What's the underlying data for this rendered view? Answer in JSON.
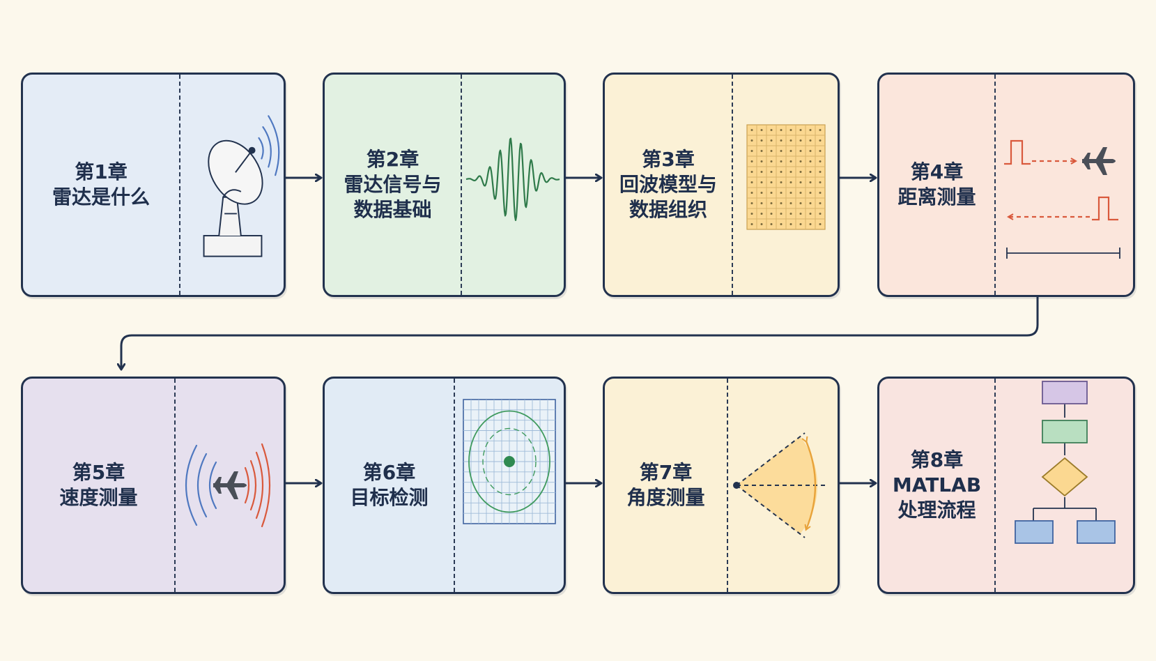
{
  "chapters": [
    {
      "label": "第1章",
      "lines": [
        "雷达是什么"
      ],
      "bg": "#e4ecf6",
      "illustration": "radar-dish-icon"
    },
    {
      "label": "第2章",
      "lines": [
        "雷达信号与",
        "数据基础"
      ],
      "bg": "#e2f1e2",
      "illustration": "waveform-icon"
    },
    {
      "label": "第3章",
      "lines": [
        "回波模型与",
        "数据组织"
      ],
      "bg": "#fbf1d6",
      "illustration": "data-grid-icon"
    },
    {
      "label": "第4章",
      "lines": [
        "距离测量"
      ],
      "bg": "#fbe6dc",
      "illustration": "range-pulse-icon"
    },
    {
      "label": "第5章",
      "lines": [
        "速度测量"
      ],
      "bg": "#e6e0ee",
      "illustration": "doppler-plane-icon"
    },
    {
      "label": "第6章",
      "lines": [
        "目标检测"
      ],
      "bg": "#e1ebf5",
      "illustration": "radar-scope-icon"
    },
    {
      "label": "第7章",
      "lines": [
        "角度测量"
      ],
      "bg": "#fbf1d6",
      "illustration": "angle-sector-icon"
    },
    {
      "label": "第8章",
      "lines": [
        "MATLAB",
        "处理流程"
      ],
      "bg": "#f9e4e0",
      "illustration": "flowchart-icon"
    }
  ],
  "colors": {
    "ink": "#22324e",
    "wave_green": "#2f7a4a",
    "pulse_red": "#d9593c",
    "wave_blue": "#4f78c0",
    "accent_orange": "#e8a33a"
  }
}
